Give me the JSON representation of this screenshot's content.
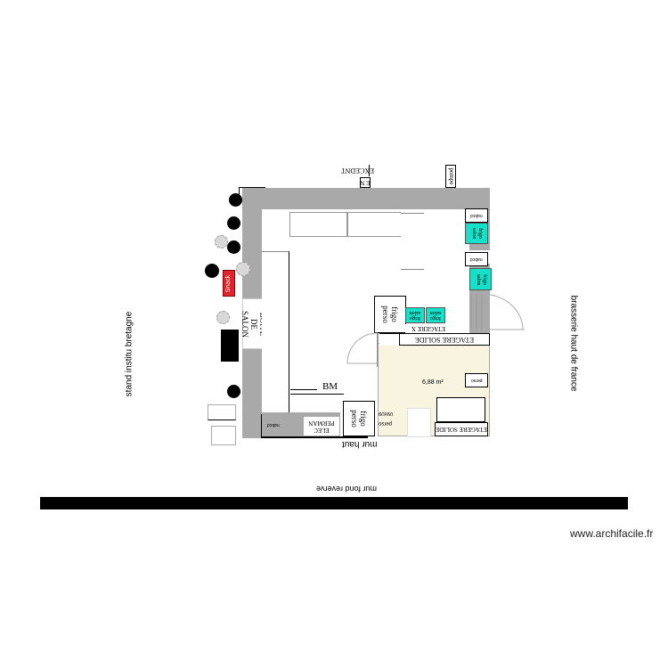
{
  "plan": {
    "surface_label": "6,88 m²",
    "labels": {
      "left_neighbor": "stand institu bretagne",
      "right_neighbor": "brasserie haut de france",
      "back_wall": "mur fond  reverve",
      "top_wall": "mur haut",
      "watermark": "www.archifacile.fr"
    },
    "items": {
      "top_sign_1": "EXCEDNT",
      "top_sign_2": "E N",
      "pompe": "pompe",
      "snack": "Snack",
      "boite_salon": "BOITE DE SALON",
      "frigo_perso_1": "frigo perso",
      "frigo_perso_2": "frigo perso",
      "frigo_salon_1": "frigo salon",
      "frigo_salon_2": "frigo salon",
      "frigo_salon_3": "frigo salon",
      "frigo_salon_4": "frigo salon",
      "etagere_x": "ETAGERE X",
      "etagere_solide_1": "ETAGERE SOLIDE",
      "etagere_solide_2": "ETAGERE SOLIDE",
      "bm": "BM",
      "elec_perman": "ELEC PERMAN",
      "small_1": "nabcd",
      "small_2": "nabcd",
      "small_3": "perso",
      "small_4": "09x09",
      "small_5": "perso",
      "small_6": "nabcd"
    }
  },
  "colors": {
    "wall": "#a9a9a9",
    "floor_area": "#f8f4e0",
    "frigo": "#16e0c8",
    "snack": "#e0242b"
  }
}
